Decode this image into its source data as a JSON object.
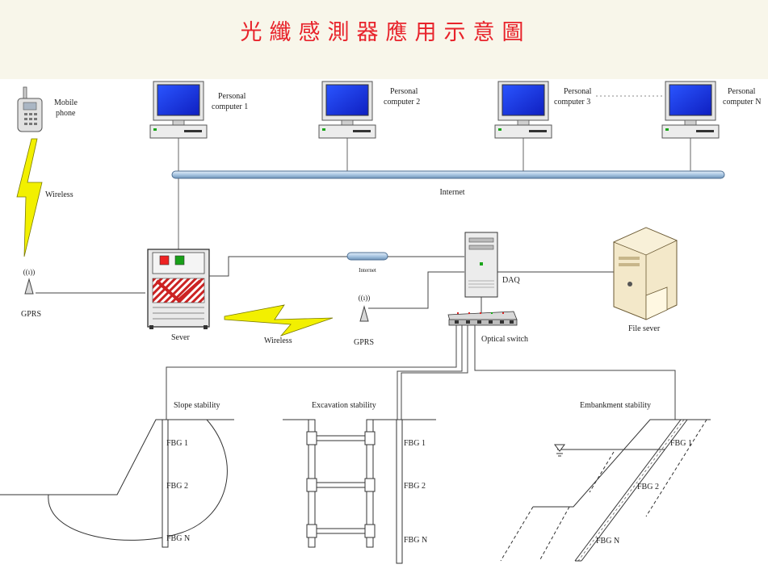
{
  "title": "光纖感測器應用示意圖",
  "labels": {
    "mobile_phone": [
      "Mobile",
      "phone"
    ],
    "pc1": [
      "Personal",
      "computer 1"
    ],
    "pc2": [
      "Personal",
      "computer 2"
    ],
    "pc3": [
      "Personal",
      "computer 3"
    ],
    "pcN": [
      "Personal",
      "computer N"
    ],
    "wireless_left": "Wireless",
    "internet_bus": "Internet",
    "internet_small": "Internet",
    "gprs_left": "GPRS",
    "server": "Sever",
    "wireless_mid": "Wireless",
    "gprs_mid": "GPRS",
    "daq": "DAQ",
    "optical_switch": "Optical switch",
    "file_server": "File sever",
    "slope": "Slope stability",
    "excavation": "Excavation stability",
    "embankment": "Embankment stability",
    "fbg1": "FBG 1",
    "fbg2": "FBG 2",
    "fbgN": "FBG N"
  },
  "colors": {
    "title": "#e8232b",
    "screen": "#1f3cff",
    "bus": "#b9d2ea",
    "bolt": "#f2f000",
    "server_hatch": "#cc2222"
  }
}
